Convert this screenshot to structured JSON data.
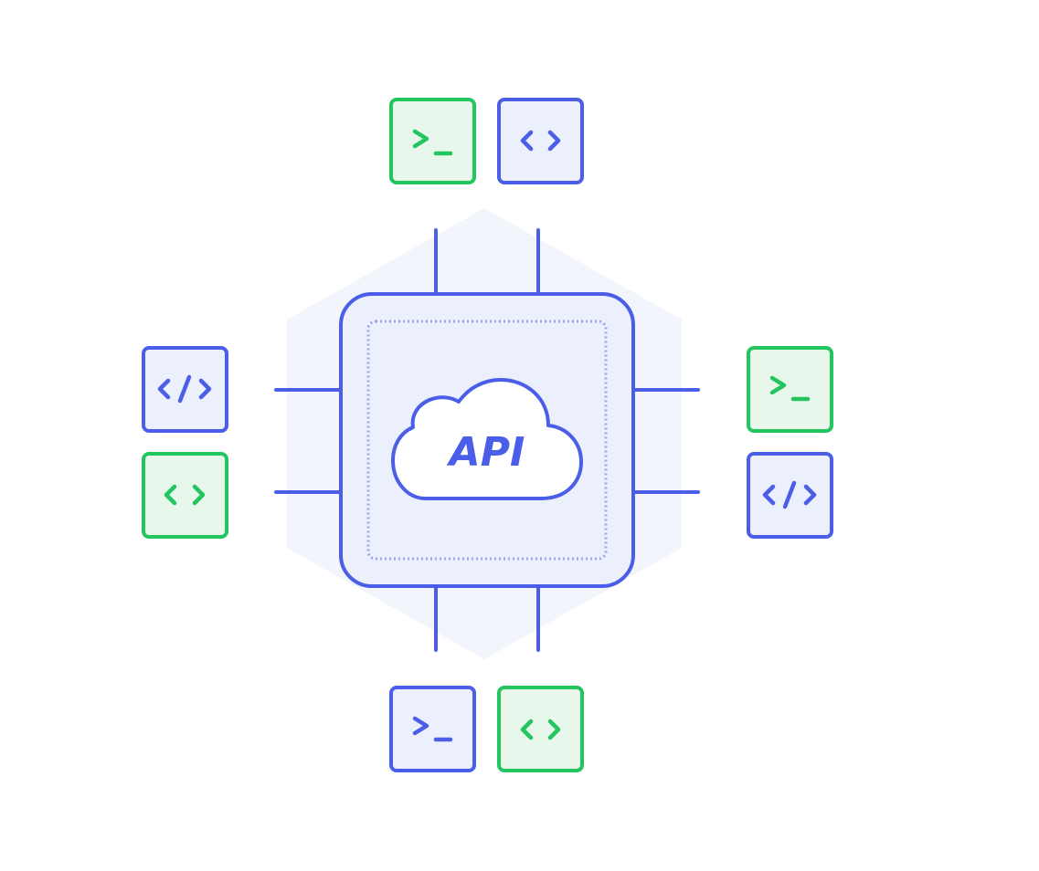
{
  "center": {
    "label": "API",
    "icon": "cloud-icon"
  },
  "colors": {
    "blue": "#4a5ee8",
    "blue_fill": "#eceffc",
    "green": "#22c55e",
    "green_fill": "#e8f7ec",
    "hexagon": "#f3f5fc"
  },
  "nodes": [
    {
      "id": "top-left",
      "icon": "terminal-icon",
      "color": "green"
    },
    {
      "id": "top-right",
      "icon": "code-brackets-icon",
      "color": "blue"
    },
    {
      "id": "left-top",
      "icon": "code-slash-icon",
      "color": "blue"
    },
    {
      "id": "left-bottom",
      "icon": "code-brackets-icon",
      "color": "green"
    },
    {
      "id": "right-top",
      "icon": "terminal-icon",
      "color": "green"
    },
    {
      "id": "right-bottom",
      "icon": "code-slash-icon",
      "color": "blue"
    },
    {
      "id": "bottom-left",
      "icon": "terminal-icon",
      "color": "blue"
    },
    {
      "id": "bottom-right",
      "icon": "code-brackets-icon",
      "color": "green"
    }
  ]
}
